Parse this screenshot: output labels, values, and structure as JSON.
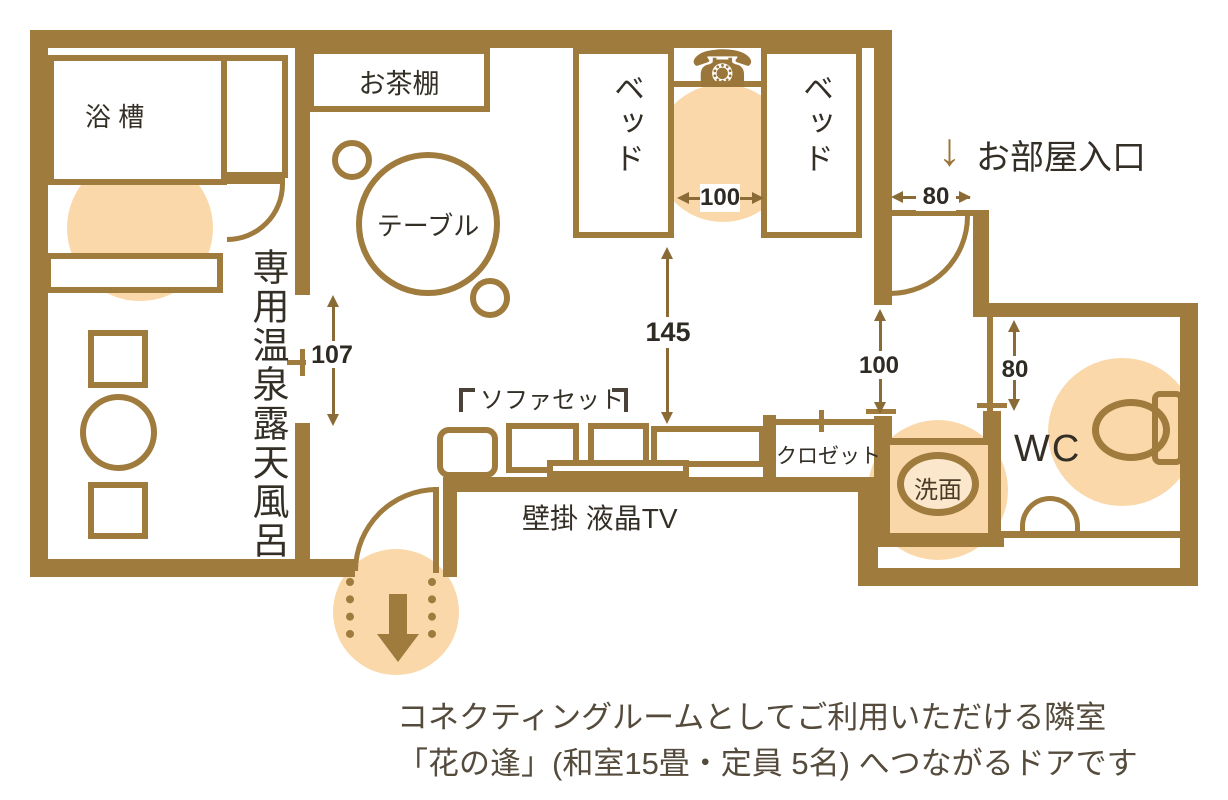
{
  "colors": {
    "wall": "#9F7B3D",
    "highlight": "#FAD8A9",
    "ink": "#332E26",
    "caption_text": "#554B3C",
    "dimension": "#8A6A35"
  },
  "rooms": {
    "private_onsen": "専用温泉露天風呂",
    "bathtub": "浴 槽",
    "wc": "WC"
  },
  "furniture": {
    "tea_shelf": "お茶棚",
    "table": "テーブル",
    "bed_left": "ベッド",
    "bed_right": "ベッド",
    "sofa_set": "ソファセット",
    "tv": "壁掛 液晶TV",
    "closet": "クロゼット",
    "washbasin": "洗面"
  },
  "entrance": {
    "arrow": "↓",
    "label": "お部屋入口"
  },
  "icons": {
    "phone": "☎"
  },
  "dimensions": {
    "bed_gap": "100",
    "room_length": "145",
    "bath_door": "107",
    "corridor": "100",
    "entrance_width": "80",
    "wc_door": "80"
  },
  "caption": {
    "line1": "コネクティングルームとしてご利用いただける隣室",
    "line2": "「花の逢」(和室15畳・定員 5名) へつながるドアです"
  }
}
